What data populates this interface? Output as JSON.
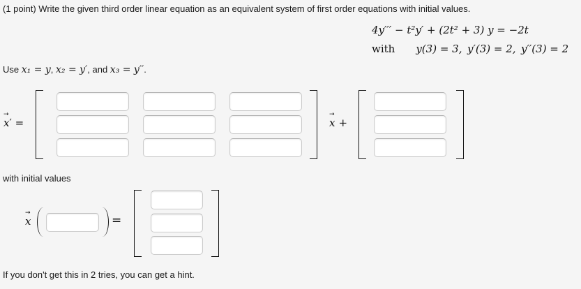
{
  "page": {
    "background_color": "#f5f5f5",
    "accent_colors": {
      "input_border": "#cbcbcb",
      "bracket": "#111111"
    }
  },
  "problem": {
    "title": "(1 point) Write the given third order linear equation as an equivalent system of first order equations with initial values.",
    "equation": {
      "line1": "4y′′′ − t²y′ + (2t² + 3) y = −2t",
      "with_label": "with",
      "conditions": "y(3) = 3, y′(3) = 2, y′′(3) = 2"
    },
    "substitution": {
      "s0": "Use ",
      "m1": "x₁ = y",
      "s1": ", ",
      "m2": "x₂ = y′",
      "s2": ", and ",
      "m3": "x₃ = y′′",
      "s3": "."
    },
    "system": {
      "lhs_x": "x",
      "lhs_arrow": "→",
      "lhs_rest": "′ =",
      "mid_x": "x",
      "mid_arrow": "→",
      "mid_plus": "+",
      "matrix_inputs": {
        "rows": 3,
        "cols": 3,
        "values": [
          [
            "",
            "",
            ""
          ],
          [
            "",
            "",
            ""
          ],
          [
            "",
            "",
            ""
          ]
        ]
      },
      "forcing_vector_inputs": {
        "rows": 3,
        "values": [
          "",
          "",
          ""
        ]
      }
    },
    "initial_values": {
      "label": "with initial values",
      "x": "x",
      "arrow": "→",
      "equals": "=",
      "time_input_value": "",
      "vector_inputs": {
        "rows": 3,
        "values": [
          "",
          "",
          ""
        ]
      }
    },
    "hint_text": "If you don't get this in 2 tries, you can get a hint."
  }
}
